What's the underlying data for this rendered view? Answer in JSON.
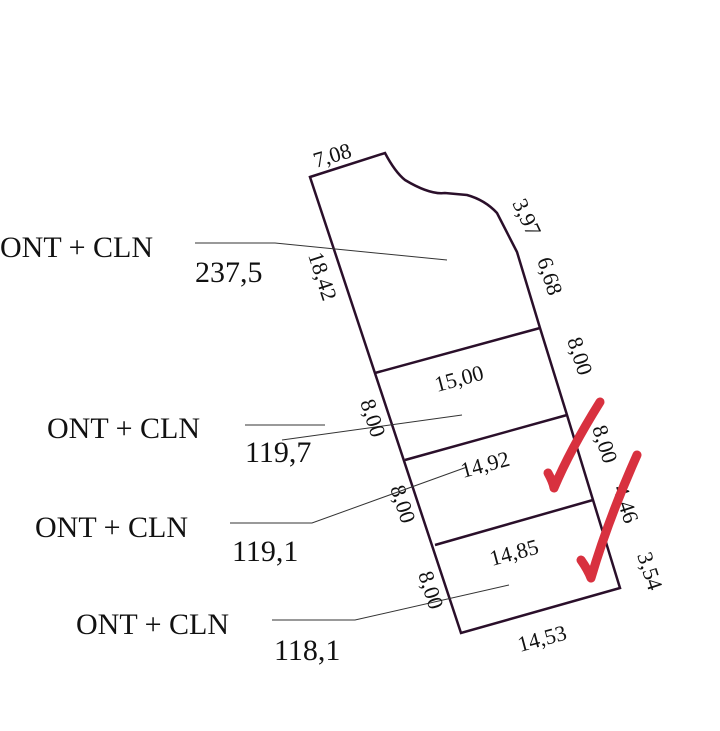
{
  "colors": {
    "outline": "#2a0f2a",
    "check": "#d8313f",
    "leader": "#333333"
  },
  "lots": [
    {
      "use": "ONT + CLN",
      "area": "237,5"
    },
    {
      "use": "ONT + CLN",
      "area": "119,7"
    },
    {
      "use": "ONT + CLN",
      "area": "119,1"
    },
    {
      "use": "ONT + CLN",
      "area": "118,1"
    }
  ],
  "dimensions": {
    "top": "7,08",
    "left_top": "18,42",
    "right_curve": "3,97",
    "right_top": "6,68",
    "right_1": "8,00",
    "right_2": "8,00",
    "right_3": "4,46",
    "right_4": "3,54",
    "left_1": "8,00",
    "left_2": "8,00",
    "left_3": "8,00",
    "divider_1": "15,00",
    "divider_2": "14,92",
    "divider_3": "14,85",
    "bottom": "14,53"
  },
  "marks": [
    "check-icon",
    "check-icon"
  ]
}
